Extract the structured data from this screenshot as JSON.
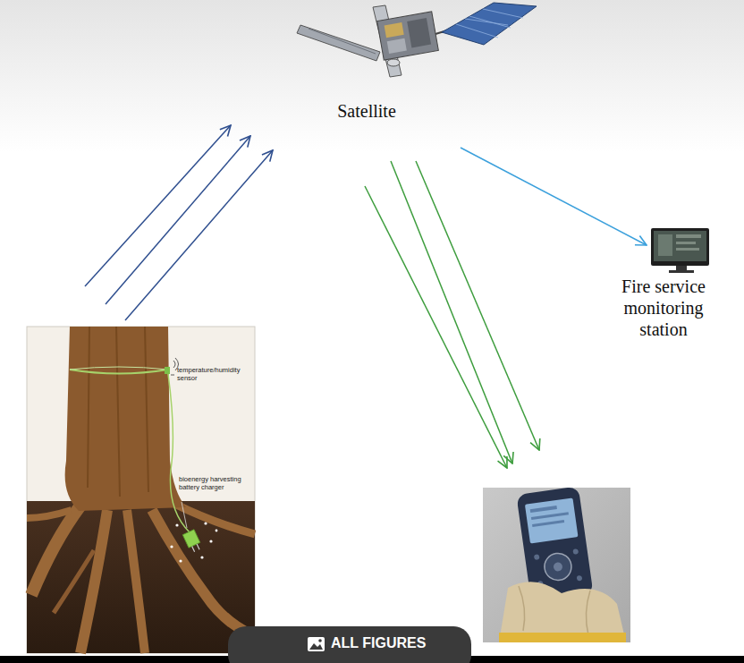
{
  "diagram": {
    "nodes": [
      {
        "text": [
          "Satellite"
        ]
      },
      {
        "text": [
          "Fire service monitoring station"
        ]
      },
      {
        "text": [
          "temperature/humidity sensor",
          "bioenergy harvesting battery charger"
        ]
      },
      {
        "text": []
      }
    ],
    "edges": [
      {
        "from": 2,
        "to": 0,
        "arrow": "to"
      },
      {
        "from": 2,
        "to": 0,
        "arrow": "to"
      },
      {
        "from": 2,
        "to": 0,
        "arrow": "to"
      },
      {
        "from": 0,
        "to": 3,
        "arrow": "to"
      },
      {
        "from": 0,
        "to": 3,
        "arrow": "to"
      },
      {
        "from": 0,
        "to": 3,
        "arrow": "to"
      },
      {
        "from": 0,
        "to": 1,
        "arrow": "to"
      }
    ],
    "labels": [
      "ALL FIGURES"
    ]
  }
}
